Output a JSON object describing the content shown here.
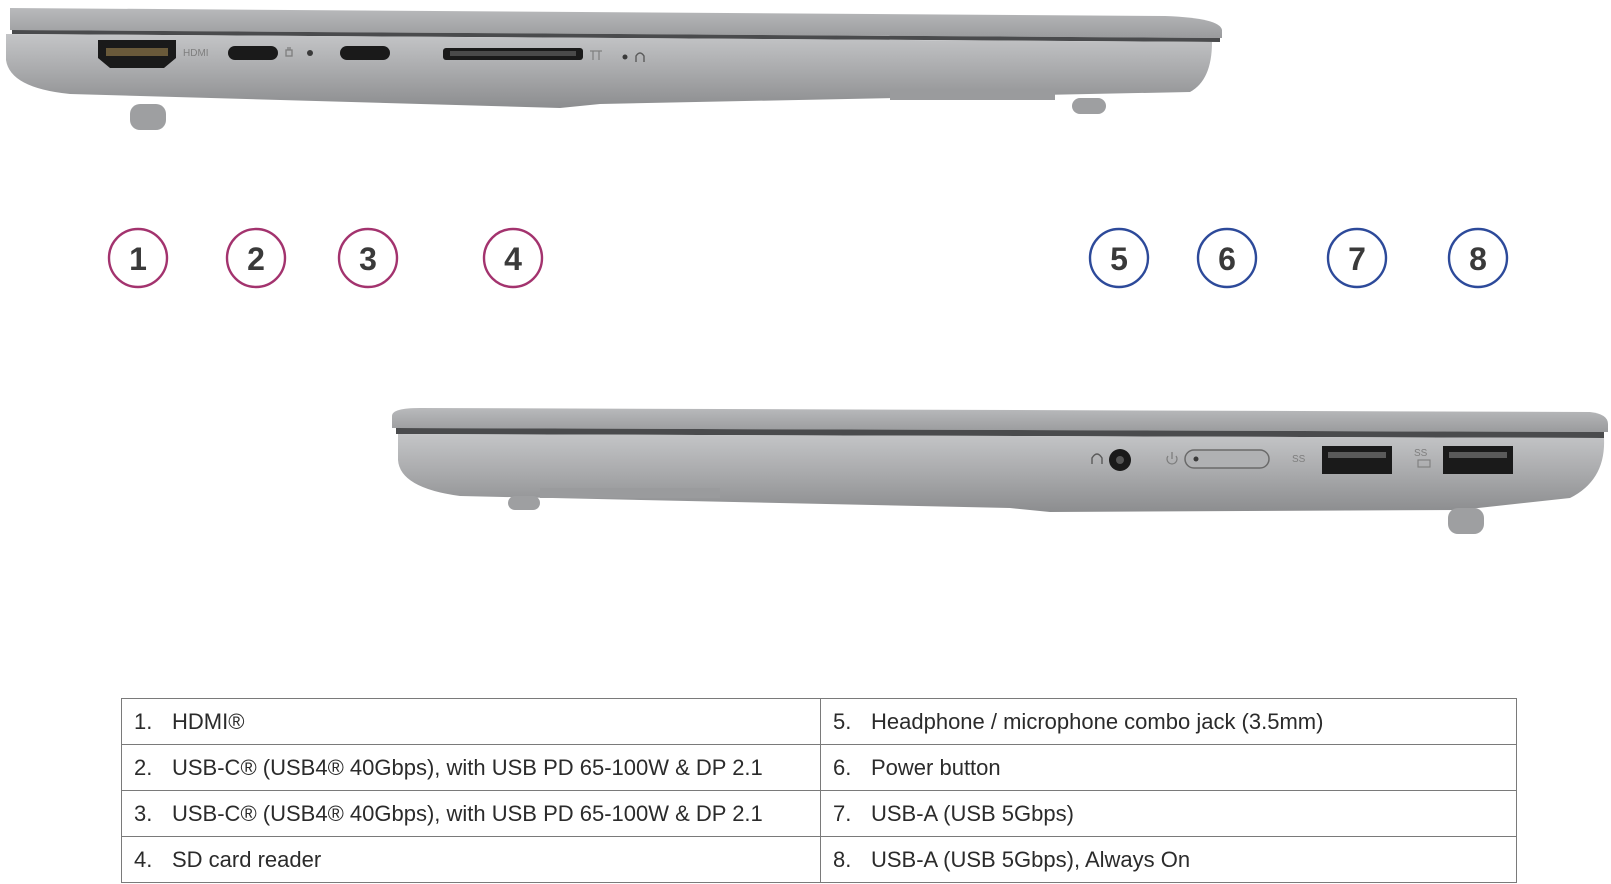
{
  "colors": {
    "callout_left": "#a3336e",
    "callout_right": "#2d4a9a",
    "chassis": "#a8a9ab",
    "chassis_dark": "#8d8e90",
    "port_black": "#1a1a1a"
  },
  "diagram": {
    "left_view": {
      "port_labels": {
        "hdmi": "HDMI"
      },
      "callouts": [
        "1",
        "2",
        "3",
        "4"
      ]
    },
    "right_view": {
      "port_labels": {
        "usb_ss_1": "SS",
        "usb_ss_2": "SS"
      },
      "callouts": [
        "5",
        "6",
        "7",
        "8"
      ]
    }
  },
  "legend": {
    "rows": [
      {
        "left": {
          "num": "1.",
          "text": "HDMI®"
        },
        "right": {
          "num": "5.",
          "text": "Headphone / microphone combo jack (3.5mm)"
        }
      },
      {
        "left": {
          "num": "2.",
          "text": "USB-C® (USB4® 40Gbps), with USB PD 65-100W & DP 2.1"
        },
        "right": {
          "num": "6.",
          "text": "Power button"
        }
      },
      {
        "left": {
          "num": "3.",
          "text": "USB-C® (USB4® 40Gbps), with USB PD 65-100W & DP 2.1"
        },
        "right": {
          "num": "7.",
          "text": "USB-A (USB 5Gbps)"
        }
      },
      {
        "left": {
          "num": "4.",
          "text": "SD card reader"
        },
        "right": {
          "num": "8.",
          "text": "USB-A (USB 5Gbps), Always On"
        }
      }
    ]
  }
}
